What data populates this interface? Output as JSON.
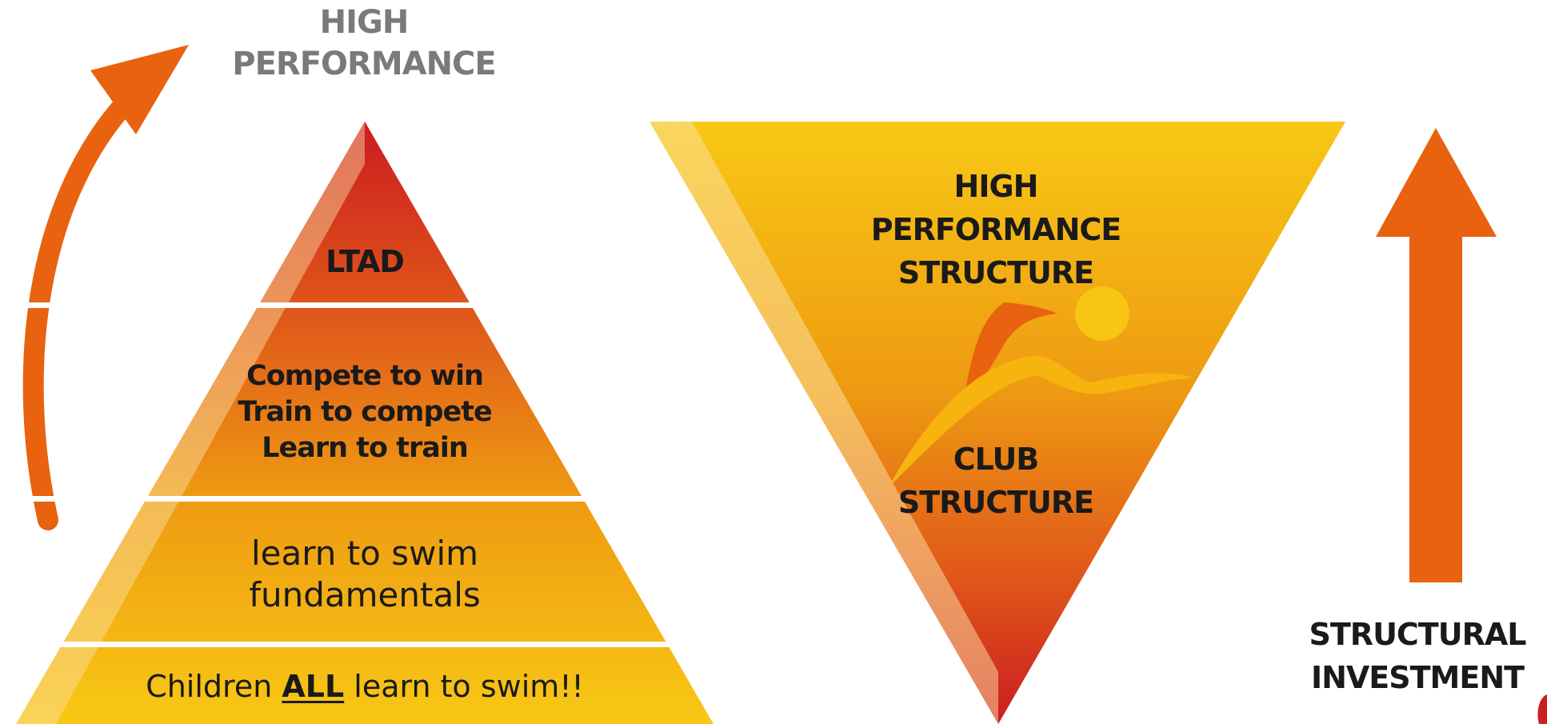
{
  "left": {
    "heading": [
      "HIGH",
      "PERFORMANCE"
    ],
    "tiers": [
      {
        "lines": [
          "LTAD"
        ]
      },
      {
        "lines": [
          "Compete to win",
          "Train to compete",
          "Learn to train"
        ]
      },
      {
        "lines": [
          "learn to swim",
          "fundamentals"
        ]
      },
      {
        "prefix": "Children ",
        "emphasis": "ALL",
        "suffix": " learn to swim!!"
      }
    ]
  },
  "right": {
    "top_label": [
      "HIGH",
      "PERFORMANCE",
      "STRUCTURE"
    ],
    "bottom_label": [
      "CLUB",
      "STRUCTURE"
    ],
    "arrow_label": [
      "STRUCTURAL",
      "INVESTMENT"
    ]
  },
  "colors": {
    "red": "#cc1f1f",
    "orange": "#e8620f",
    "yellow": "#f7c512",
    "grey_text": "#7a7a7a"
  },
  "icons": [
    "curved-arrow-icon",
    "up-arrow-icon",
    "swimmer-logo-icon"
  ]
}
